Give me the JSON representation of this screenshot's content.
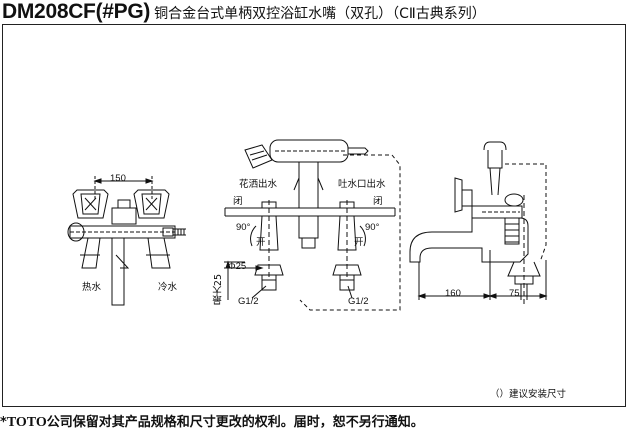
{
  "header": {
    "model": "DM208CF(#PG)",
    "description": "铜合金台式单柄双控浴缸水嘴（双孔）（CⅡ古典系列）"
  },
  "front_view": {
    "dim_center": "150",
    "label_hot": "热水",
    "label_cold": "冷水"
  },
  "side_view": {
    "label_shower": "花洒出水",
    "label_spout": "吐水口出水",
    "label_close_left": "闭",
    "label_close_right": "闭",
    "label_open_left": "开",
    "label_open_right": "开",
    "angle_left": "90°",
    "angle_right": "90°",
    "dim_diameter": "Φ25",
    "dim_max": "最大25",
    "thread_left": "G1/2",
    "thread_right": "G1/2"
  },
  "profile_view": {
    "dim_reach": "160",
    "dim_depth": "75"
  },
  "note": "（）建议安装尺寸",
  "footer": {
    "prefix": "*",
    "brand": "TOTO",
    "text": "公司保留对其产品规格和尺寸更改的权利。届时，恕不另行通知。"
  }
}
